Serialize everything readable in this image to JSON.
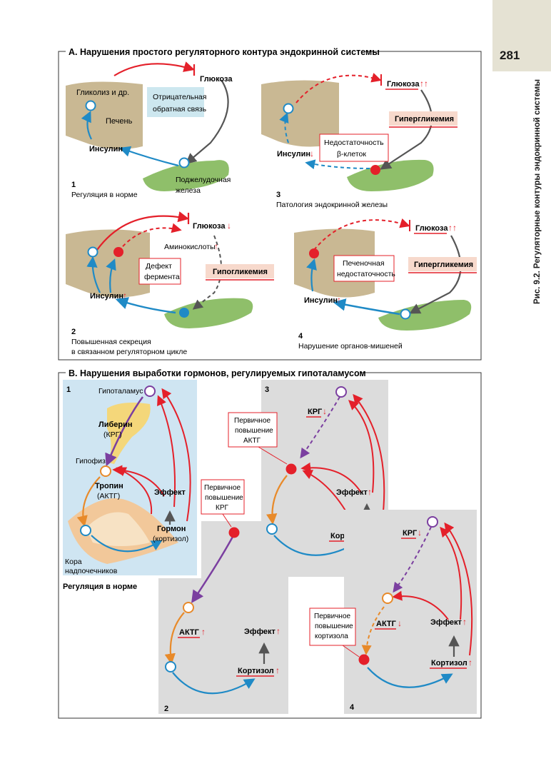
{
  "page_number": "281",
  "figure_caption": "Рис. 9.2. Регуляторные контуры эндокринной системы",
  "section_a": {
    "title": "A. Нарушения простого регуляторного контура эндокринной системы",
    "panel1": {
      "num": "1",
      "caption": "Регуляция в норме",
      "glucose": "Глюкоза",
      "glycolysis": "Гликолиз и др.",
      "liver": "Печень",
      "insulin": "Инсулин",
      "pancreas_1": "Поджелудочная",
      "pancreas_2": "железа",
      "feedback_1": "Отрицательная",
      "feedback_2": "обратная связь"
    },
    "panel2": {
      "num": "2",
      "caption_1": "Повышенная секреция",
      "caption_2": "в связанном регуляторном цикле",
      "glucose": "Глюкоза",
      "amino": "Аминокислоты",
      "defect_1": "Дефект",
      "defect_2": "фермента",
      "insulin": "Инсулин",
      "state": "Гипогликемия"
    },
    "panel3": {
      "num": "3",
      "caption": "Патология эндокринной железы",
      "glucose": "Глюкоза",
      "state": "Гипергликемия",
      "insulin": "Инсулин",
      "insuff_1": "Недостаточность",
      "insuff_2": "β-клеток"
    },
    "panel4": {
      "num": "4",
      "caption": "Нарушение органов-мишеней",
      "glucose": "Глюкоза",
      "state": "Гипергликемия",
      "insulin": "Инсулин",
      "liver_1": "Печеночная",
      "liver_2": "недостаточность"
    }
  },
  "section_b": {
    "title": "B. Нарушения выработки гормонов, регулируемых гипоталамусом",
    "panel1": {
      "num": "1",
      "hypothalamus": "Гипоталамус",
      "liberin": "Либерин",
      "liberin_sub": "(КРГ)",
      "pituitary": "Гипофиз",
      "tropin": "Тропин",
      "tropin_sub": "(АКТГ)",
      "effect": "Эффект",
      "hormone": "Гормон",
      "hormone_sub": "(кортизол)",
      "cortex_1": "Кора",
      "cortex_2": "надпочечников",
      "caption": "Регуляция в норме"
    },
    "panel2": {
      "num": "2",
      "primary_1": "Первичное",
      "primary_2": "повышение",
      "primary_3": "КРГ",
      "acth": "АКТГ",
      "effect": "Эффект",
      "cortisol": "Кортизол"
    },
    "panel3": {
      "num": "3",
      "primary_1": "Первичное",
      "primary_2": "повышение",
      "primary_3": "АКТГ",
      "crh": "КРГ",
      "effect": "Эффект",
      "cortisol": "Кортизол"
    },
    "panel4": {
      "num": "4",
      "primary_1": "Первичное",
      "primary_2": "повышение",
      "primary_3": "кортизола",
      "crh": "КРГ",
      "acth": "АКТГ",
      "effect": "Эффект",
      "cortisol": "Кортизол"
    }
  },
  "colors": {
    "red": "#e4202a",
    "blue": "#1f8ac6",
    "purple": "#7b3fa0",
    "orange": "#e88a2a",
    "gray_panel": "#dcdcdc",
    "sidebar": "#e5e2d3",
    "callout": "#cde7ef",
    "liver": "#c9b893",
    "pancreas": "#8fbf6a"
  }
}
